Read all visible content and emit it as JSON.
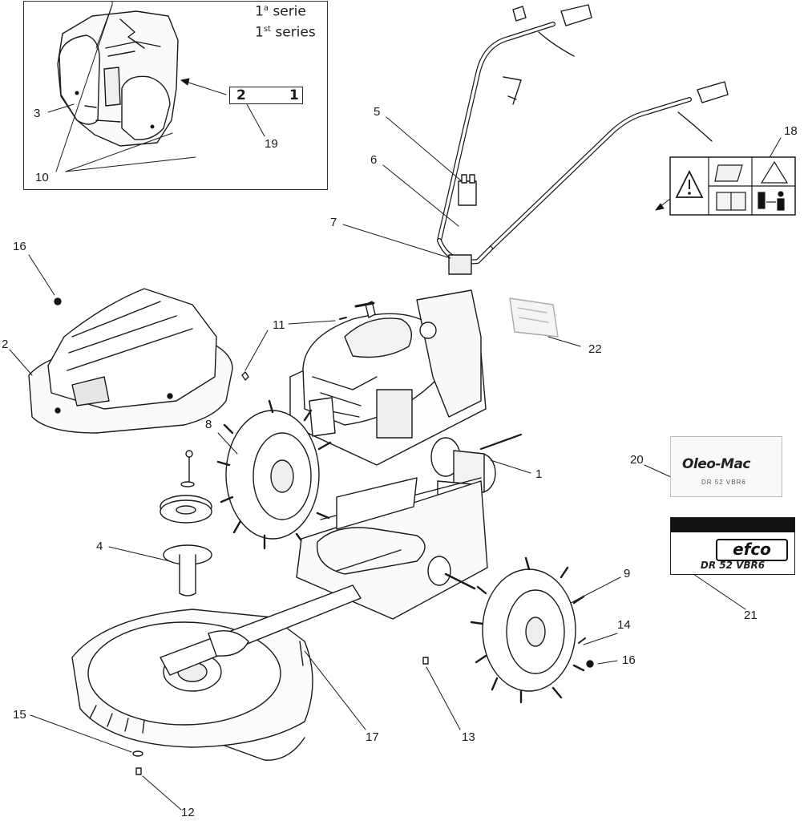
{
  "inset": {
    "series_line1_main": "1",
    "series_line1_sup": "a",
    "series_line1_word": " serie",
    "series_line2_main": "1",
    "series_line2_sup": "st",
    "series_line2_word": " series"
  },
  "badge19": {
    "left": "2",
    "right": "1"
  },
  "labels": {
    "oleo_brand": "Oleo-Mac",
    "oleo_model": "DR 52 VBR6",
    "efco_brand": "efco",
    "efco_model": "DR 52 VBR6"
  },
  "callouts": {
    "c1": "1",
    "c2": "2",
    "c3": "3",
    "c4": "4",
    "c5": "5",
    "c6": "6",
    "c7": "7",
    "c8": "8",
    "c9": "9",
    "c10": "10",
    "c11": "11",
    "c12": "12",
    "c13": "13",
    "c14": "14",
    "c15": "15",
    "c16a": "16",
    "c16b": "16",
    "c17": "17",
    "c18": "18",
    "c19": "19",
    "c20": "20",
    "c21": "21",
    "c22": "22"
  }
}
